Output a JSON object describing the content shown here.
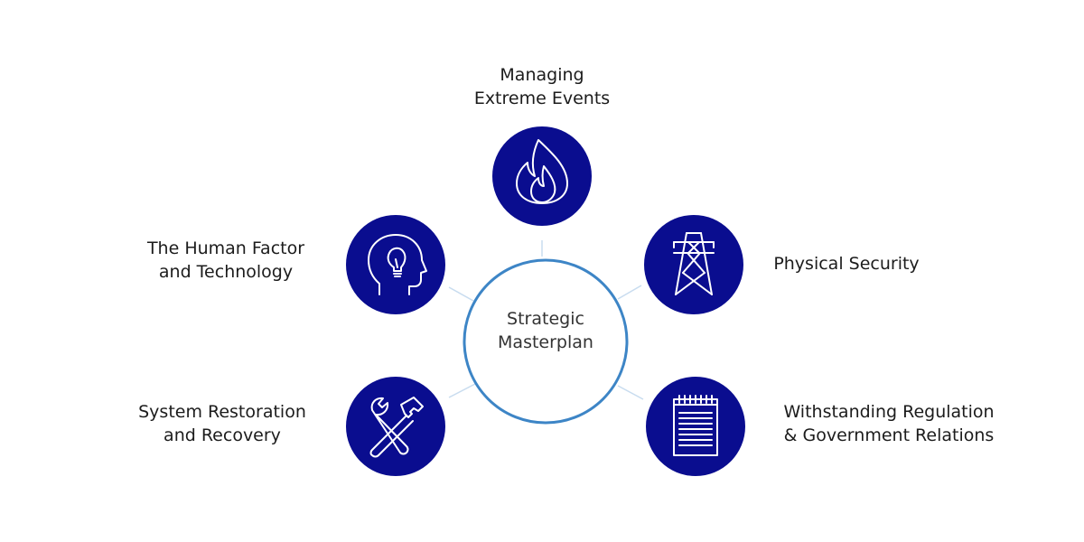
{
  "center": {
    "line1": "Strategic",
    "line2": "Masterplan"
  },
  "nodes": [
    {
      "id": "top",
      "line1": "Managing",
      "line2": "Extreme Events",
      "icon": "flame-icon"
    },
    {
      "id": "left1",
      "line1": "The Human Factor",
      "line2": "and Technology",
      "icon": "head-lightbulb-icon"
    },
    {
      "id": "right1",
      "line1": "Physical Security",
      "line2": "",
      "icon": "power-tower-icon"
    },
    {
      "id": "left2",
      "line1": "System Restoration",
      "line2": "and Recovery",
      "icon": "tools-icon"
    },
    {
      "id": "right2",
      "line1": "Withstanding Regulation",
      "line2": "& Government Relations",
      "icon": "notepad-icon"
    }
  ],
  "colors": {
    "node_fill": "#0a0d8f",
    "ring": "#3d85c6",
    "connector": "#c8dcef",
    "icon_stroke": "#ffffff"
  }
}
